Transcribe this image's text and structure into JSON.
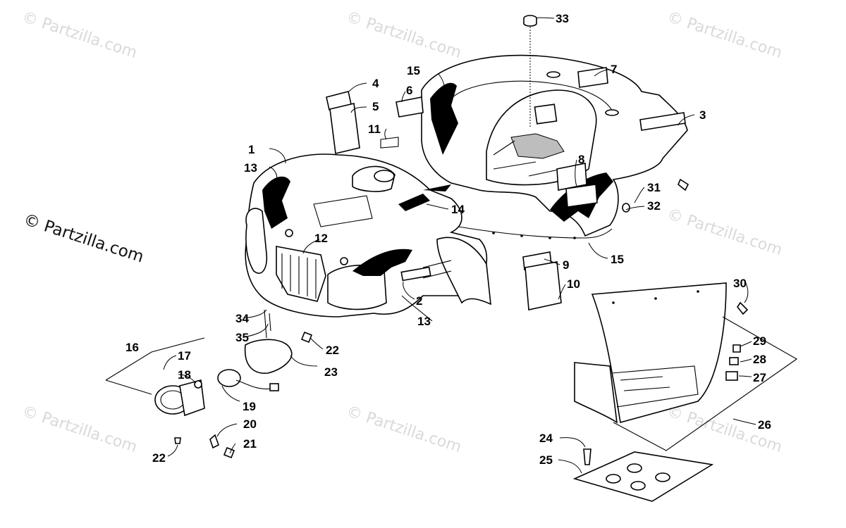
{
  "watermarks": {
    "main": "© Partzilla.com",
    "faint": "© Partzilla.com"
  },
  "callouts": [
    "1",
    "2",
    "3",
    "4",
    "5",
    "6",
    "7",
    "8",
    "9",
    "10",
    "11",
    "12",
    "13",
    "13",
    "14",
    "15",
    "15",
    "16",
    "17",
    "18",
    "19",
    "20",
    "21",
    "22",
    "22",
    "23",
    "24",
    "25",
    "26",
    "27",
    "28",
    "29",
    "30",
    "31",
    "32",
    "33",
    "34",
    "35"
  ],
  "colors": {
    "ink": "#000000",
    "watermark": "#d9d9d9",
    "background": "#ffffff"
  }
}
